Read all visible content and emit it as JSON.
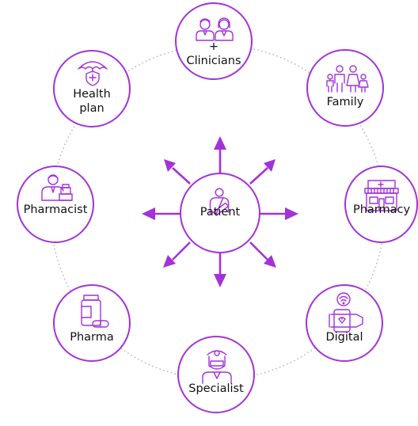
{
  "colors": {
    "accent": "#a332d8",
    "ring_dots": "#b9b9b9",
    "text": "#111111"
  },
  "center": {
    "label": "Patient",
    "icon": "patient-arm-sling-icon"
  },
  "nodes": [
    {
      "id": "clinicians",
      "label": "+\nClinicians",
      "icon": "doctors-icon"
    },
    {
      "id": "family",
      "label": "Family",
      "icon": "family-icon"
    },
    {
      "id": "pharmacy",
      "label": "Pharmacy",
      "icon": "pharmacy-store-icon"
    },
    {
      "id": "digital",
      "label": "Digital",
      "icon": "wearable-device-icon"
    },
    {
      "id": "specialist",
      "label": "Specialist",
      "icon": "specialist-doctor-icon"
    },
    {
      "id": "pharma",
      "label": "Pharma",
      "icon": "pill-bottle-icon"
    },
    {
      "id": "pharmacist",
      "label": "Pharmacist",
      "icon": "pharmacist-icon"
    },
    {
      "id": "health_plan",
      "label": "Health\nplan",
      "icon": "umbrella-shield-icon"
    }
  ],
  "arrows": {
    "count": 8,
    "direction": "outward"
  }
}
